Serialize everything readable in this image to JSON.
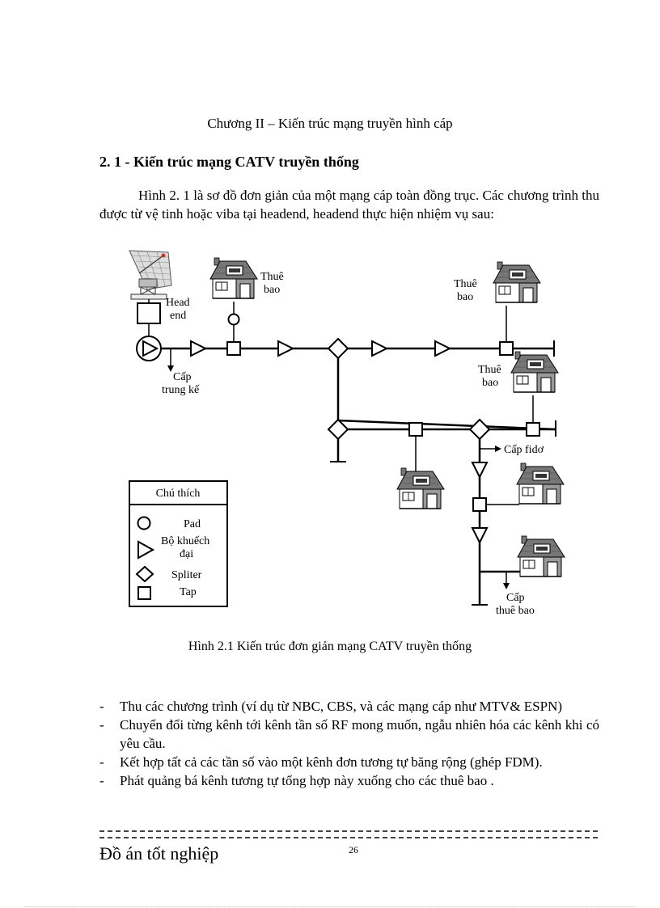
{
  "header": {
    "chapter_title": "Chương II – Kiến trúc mạng truyền hình cáp",
    "section_title": "2. 1 - Kiến trúc mạng CATV truyền thống"
  },
  "intro_paragraph": "Hình 2. 1 là sơ đồ đơn giản của một mạng cáp toàn đồng trục. Các chương trình thu được từ vệ tinh hoặc viba tại headend, headend thực hiện nhiệm vụ sau:",
  "diagram": {
    "labels": {
      "head_end_1": "Head",
      "head_end_2": "end",
      "subscriber_top_1": "Thuê",
      "subscriber_top_2": "bao",
      "subscriber_right_1": "Thuê",
      "subscriber_right_2": "bao",
      "subscriber_mid_1": "Thuê",
      "subscriber_mid_2": "bao",
      "trunk_cable_1": "Cấp",
      "trunk_cable_2": "trung kế",
      "fiber_cable": "Cấp fidơ",
      "drop_cable_1": "Cấp",
      "drop_cable_2": "thuê bao"
    },
    "legend": {
      "title": "Chú thích",
      "pad": "Pad",
      "amplifier_1": "Bộ khuếch",
      "amplifier_2": "đại",
      "splitter": "Spliter",
      "tap": "Tap"
    }
  },
  "figure_caption": "Hình 2.1 Kiến trúc đơn giản mạng CATV truyền thống",
  "bullets": [
    "Thu các chương trình (ví dụ từ NBC, CBS, và các mạng cáp như MTV& ESPN)",
    "Chuyển đổi từng kênh tới kênh tần số RF mong muốn, ngẫu nhiên hóa các kênh khi có yêu cầu.",
    "Kết hợp tất cả các tần số vào một kênh đơn tương tự băng rộng (ghép FDM).",
    "Phát quảng bá kênh tương tự tổng hợp này xuống cho các thuê bao ."
  ],
  "bullet_marker": "-",
  "footer": {
    "title": "Đồ án tốt nghiệp",
    "page_number": "26"
  }
}
